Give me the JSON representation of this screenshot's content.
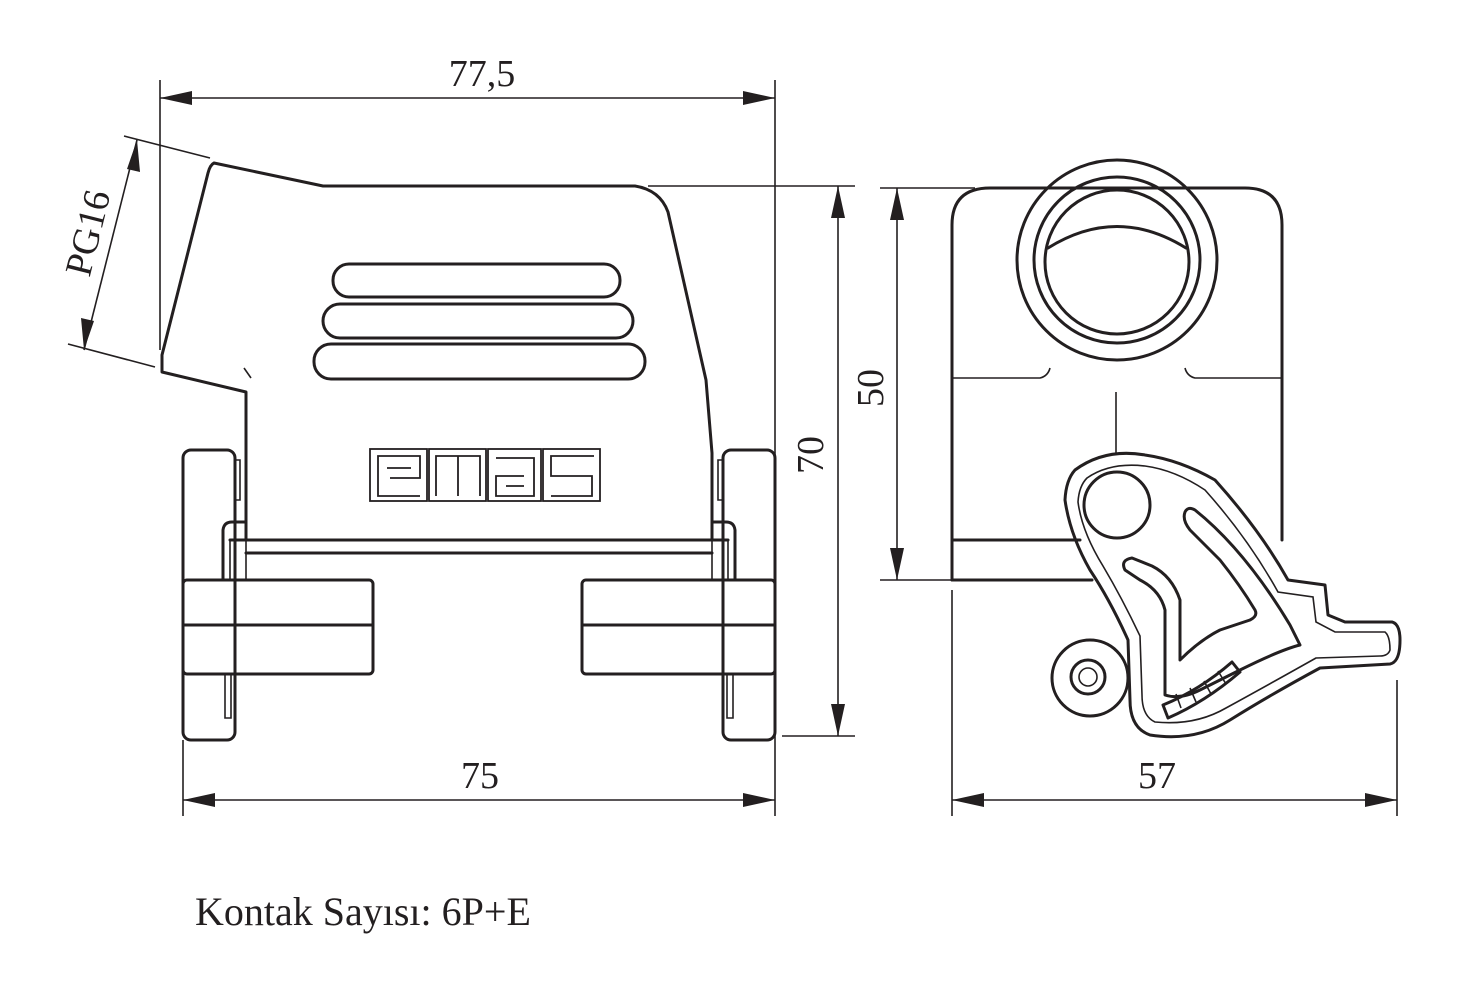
{
  "drawing": {
    "dimensions": {
      "top_width": "77,5",
      "cable_gland": "PG16",
      "total_height": "70",
      "side_height": "50",
      "bottom_width": "75",
      "side_width": "57"
    },
    "brand_logo": "emas",
    "caption": "Kontak Sayısı: 6P+E"
  },
  "colors": {
    "line": "#231f20",
    "background": "#ffffff"
  }
}
